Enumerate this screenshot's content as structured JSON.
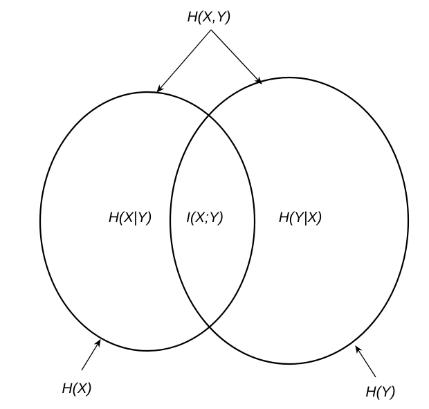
{
  "labels": {
    "joint_entropy": "H(X,Y)",
    "conditional_x_given_y": "H(X|Y)",
    "mutual_information": "I(X;Y)",
    "conditional_y_given_x": "H(Y|X)",
    "entropy_x": "H(X)",
    "entropy_y": "H(Y)"
  },
  "colors": {
    "stroke": "#000000",
    "background": "#ffffff"
  }
}
